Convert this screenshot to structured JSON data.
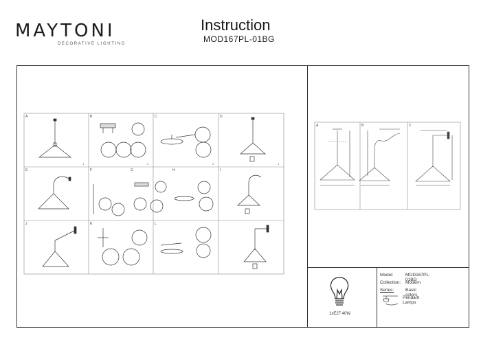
{
  "brand": {
    "name": "MAYTONI",
    "tagline": "DECORATIVE LIGHTING"
  },
  "header": {
    "title": "Instruction",
    "model": "MOD167PL-01BG"
  },
  "steps": {
    "labels": [
      "A",
      "B",
      "C",
      "D",
      "E",
      "F",
      "G",
      "H",
      "I",
      "J",
      "K",
      "L"
    ],
    "step_numbers": [
      "1",
      "2",
      "3",
      "4"
    ]
  },
  "dimensions": {
    "variant_labels": [
      "A",
      "B",
      "C"
    ]
  },
  "bulb": {
    "spec": "1xE27 40W"
  },
  "specs": {
    "model_label": "Model:",
    "model_value": "MOD167PL-01BG",
    "collection_label": "Collection:",
    "collection_value": "Modern",
    "series_label": "Series:",
    "series_value": "Basic colors",
    "type_value": "Pendant Lamps"
  }
}
